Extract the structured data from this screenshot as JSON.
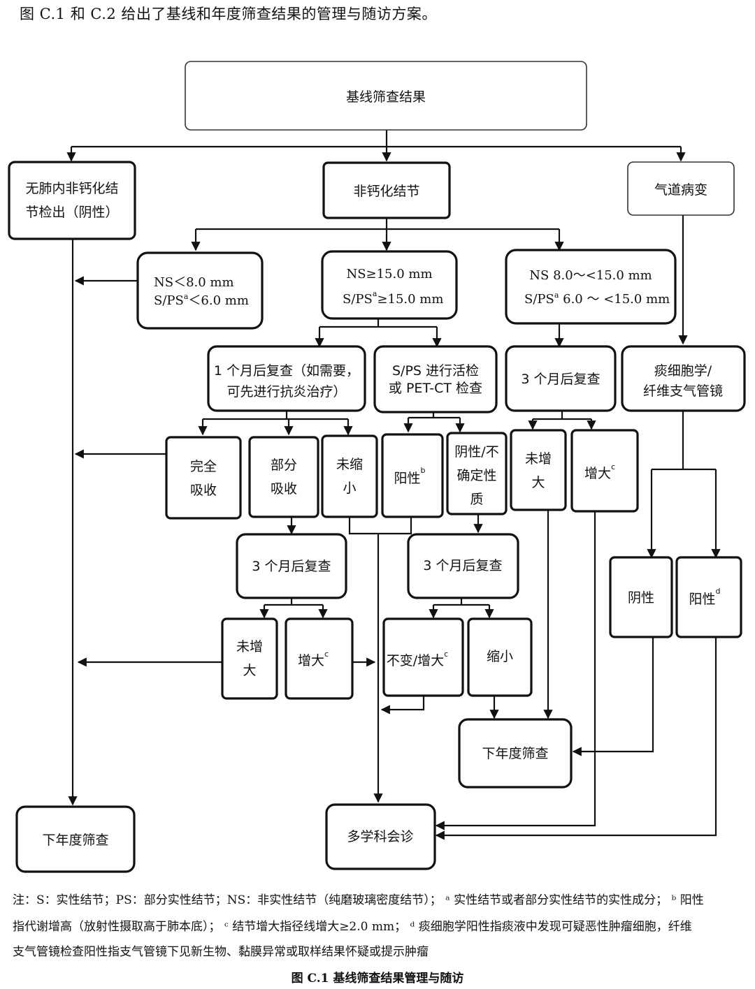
{
  "intro_text": "图 C.1 和 C.2 给出了基线和年度筛查结果的管理与随访方案。",
  "nodes": {
    "baseline": "基线筛查结果",
    "negative_l1": "无肺内非钙化结",
    "negative_l2": "节检出（阴性）",
    "noncalc": "非钙化结节",
    "airway": "气道病变",
    "ns_small_l1": "NS＜8.0 mm",
    "ns_small_l2": "S/PS",
    "ns_small_l2b": "＜6.0 mm",
    "ns_large_l1": "NS≥15.0 mm",
    "ns_large_l2": "S/PS",
    "ns_large_l2b": "≥15.0 mm",
    "ns_mid_l1": "NS 8.0～<15.0 mm",
    "ns_mid_l2": "S/PS",
    "ns_mid_l2b": " 6.0 ～ <15.0 mm",
    "recheck1m_l1": "1 个月后复查（如需要，",
    "recheck1m_l2": "可先进行抗炎治疗）",
    "biopsy_l1": "S/PS 进行活检",
    "biopsy_l2": "或 PET-CT 检查",
    "recheck3m_mid": "3 个月后复查",
    "cytology_l1": "痰细胞学/",
    "cytology_l2": "纤维支气管镜",
    "full_abs_l1": "完全",
    "full_abs_l2": "吸收",
    "part_abs_l1": "部分",
    "part_abs_l2": "吸收",
    "not_shrunk_l1": "未缩",
    "not_shrunk_l2": "小",
    "positive_b": "阳性",
    "neg_uncertain_l1": "阴性/不",
    "neg_uncertain_l2": "确定性",
    "neg_uncertain_l3": "质",
    "not_enlarged_mid_l1": "未增",
    "not_enlarged_mid_l2": "大",
    "enlarged_mid": "增大",
    "recheck3m_a": "3 个月后复查",
    "recheck3m_b": "3 个月后复查",
    "not_enlarged_a_l1": "未增",
    "not_enlarged_a_l2": "大",
    "enlarged_a": "增大",
    "unchanged_enlarged": "不变/增大",
    "shrunk": "缩小",
    "cyto_negative": "阴性",
    "cyto_positive": "阳性",
    "next_year_right": "下年度筛查",
    "next_year_left": "下年度筛查",
    "mdt": "多学科会诊"
  },
  "superscripts": {
    "a": "a",
    "b": "b",
    "c": "c",
    "d": "d"
  },
  "notes": {
    "line1": "注：S：实性结节；PS：部分实性结节；NS：非实性结节（纯磨玻璃密度结节）；  ᵃ 实性结节或者部分实性结节的实性成分；  ᵇ 阳性",
    "line2": "指代谢增高（放射性摄取高于肺本底）；  ᶜ 结节增大指径线增大≥2.0 mm；  ᵈ 痰细胞学阳性指痰液中发现可疑恶性肿瘤细胞，纤维",
    "line3": "支气管镜检查阳性指支气管镜下见新生物、黏膜异常或取样结果怀疑或提示肿瘤"
  },
  "caption": "图 C.1   基线筛查结果管理与随访"
}
